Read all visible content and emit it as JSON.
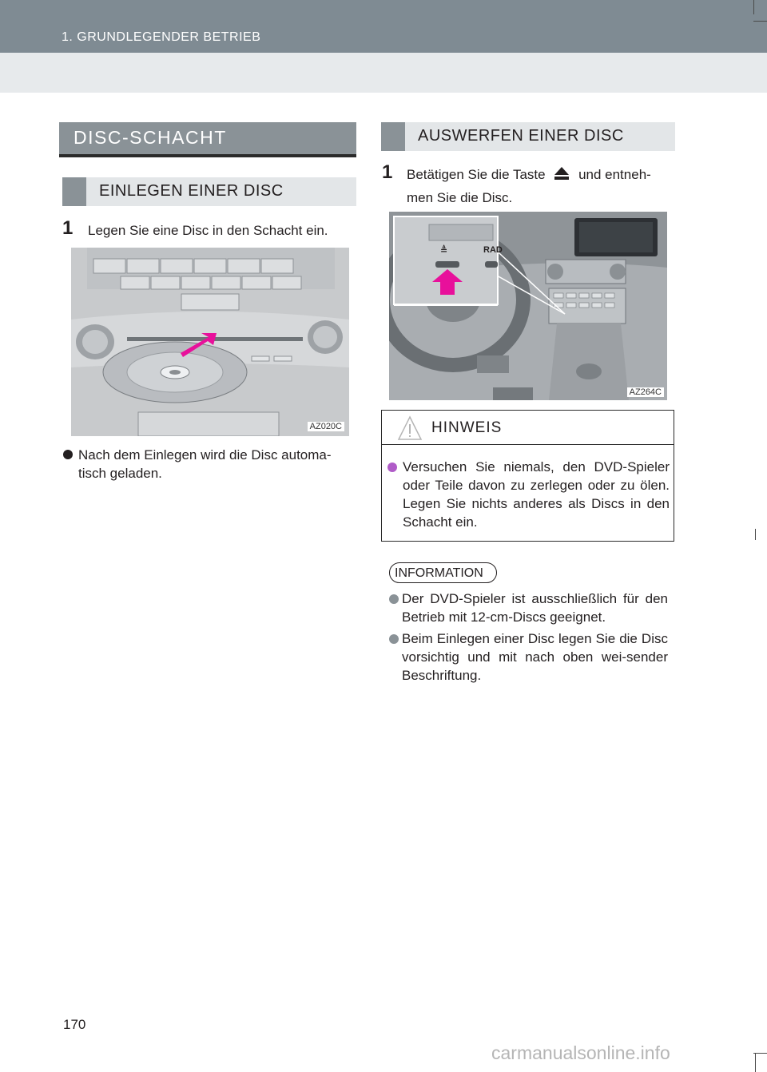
{
  "header": {
    "title": "1. GRUNDLEGENDER BETRIEB"
  },
  "left": {
    "section_heading": "DISC-SCHACHT",
    "subheading": "EINLEGEN EINER DISC",
    "step": {
      "number": "1",
      "text": "Legen Sie eine Disc in den Schacht ein."
    },
    "figure_code": "AZ020C",
    "bullets": [
      "Nach dem Einlegen wird die Disc automa-\ntisch geladen."
    ]
  },
  "right": {
    "subheading": "AUSWERFEN EINER DISC",
    "step": {
      "number": "1",
      "text_before": "Betätigen Sie die Taste",
      "text_after": "und entneh-",
      "text_line2": "men Sie die Disc."
    },
    "figure_code": "AZ264C",
    "figure_labels": {
      "eject": "≜",
      "radio": "RAD"
    },
    "notice": {
      "title": "HINWEIS",
      "bullets": [
        "Versuchen Sie niemals, den DVD-Spieler oder Teile davon zu zerlegen oder zu ölen. Legen Sie nichts anderes als Discs in den Schacht ein."
      ]
    },
    "info": {
      "title": "INFORMATION",
      "bullets": [
        "Der DVD-Spieler ist ausschließlich für den Betrieb mit 12-cm-Discs geeignet.",
        "Beim Einlegen einer Disc legen Sie die Disc vorsichtig und mit nach oben wei-sender Beschriftung."
      ]
    }
  },
  "footer": {
    "page_number": "170",
    "watermark": "carmanualsonline.info"
  },
  "colors": {
    "accent": "#e8109b",
    "notice_bullet": "#b05cc8",
    "heading_gray": "#8a9297"
  }
}
